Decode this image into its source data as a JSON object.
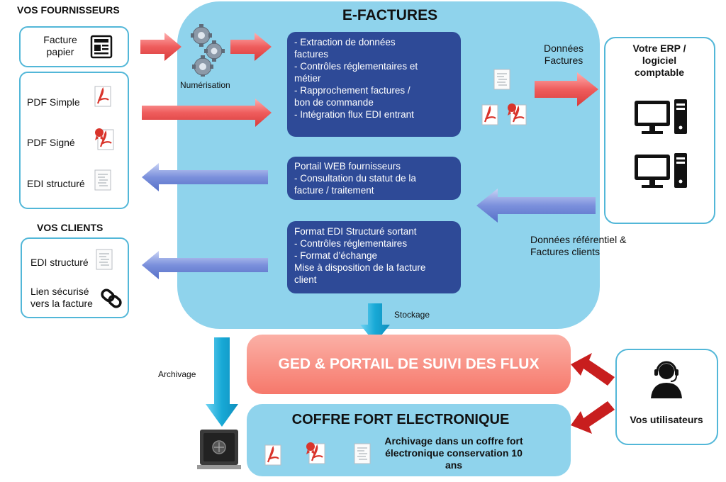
{
  "suppliers": {
    "title": "VOS FOURNISSEURS",
    "paper_invoice": "Facture papier",
    "pdf_simple": "PDF Simple",
    "pdf_signed": "PDF Signé",
    "edi": "EDI structuré"
  },
  "digitization": "Numérisation",
  "efactures": {
    "title": "E-FACTURES",
    "processing": [
      "-   Extraction de données",
      "     factures",
      "-   Contrôles réglementaires et",
      "     métier",
      "-   Rapprochement factures /",
      "     bon de commande",
      "-   Intégration flux EDI entrant"
    ],
    "portal": [
      "Portail WEB fournisseurs",
      "  - Consultation du statut de la",
      "     facture / traitement"
    ],
    "outgoing": [
      "Format EDI Structuré sortant",
      "  - Contrôles réglementaires",
      "  - Format d’échange",
      "Mise à disposition de la facture",
      "client"
    ]
  },
  "invoice_data": "Données Factures",
  "erp": {
    "title": "Votre ERP / logiciel comptable"
  },
  "reference_data": "Données référentiel & Factures clients",
  "clients": {
    "title": "VOS CLIENTS",
    "edi": "EDI structuré",
    "secure_link": "Lien sécurisé vers la facture"
  },
  "storage": "Stockage",
  "archiving": "Archivage",
  "ged": "GED & PORTAIL DE SUIVI DES FLUX",
  "vault": {
    "title": "COFFRE FORT ELECTRONIQUE",
    "desc": "Archivage dans un coffre fort électronique conservation 10 ans"
  },
  "users": "Vos utilisateurs",
  "colors": {
    "cloud": "#8fd3ec",
    "navy": "#2e4a97",
    "red_arrow": "#ef5d5d",
    "blue_arrow": "#6f86d6",
    "cyan_arrow": "#18a9d6",
    "ged": "#f98b7f",
    "border": "#52b7d8"
  }
}
